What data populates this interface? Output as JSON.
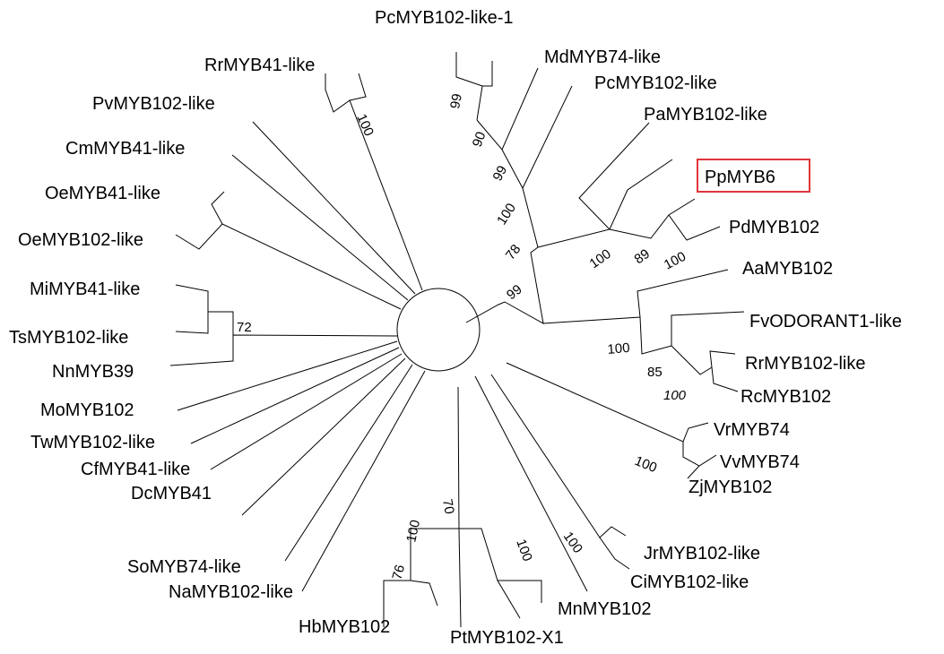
{
  "tree": {
    "highlight_color": "#e0353a",
    "highlighted_taxon": "PpMYB6",
    "taxa": {
      "pc102l1": "PcMYB102-like-1",
      "md74": "MdMYB74-like",
      "pc102": "PcMYB102-like",
      "pa102": "PaMYB102-like",
      "ppmyb6": "PpMYB6",
      "pd102": "PdMYB102",
      "aa102": "AaMYB102",
      "fvodor": "FvODORANT1-like",
      "rr102": "RrMYB102-like",
      "rc102": "RcMYB102",
      "vr74": "VrMYB74",
      "vv74": "VvMYB74",
      "zj102": "ZjMYB102",
      "jr102": "JrMYB102-like",
      "ci102": "CiMYB102-like",
      "mn102": "MnMYB102",
      "pt102": "PtMYB102-X1",
      "hb102": "HbMYB102",
      "na102": "NaMYB102-like",
      "so74": "SoMYB74-like",
      "dc41": "DcMYB41",
      "cf41": "CfMYB41-like",
      "tw102": "TwMYB102-like",
      "mo102": "MoMYB102",
      "nn39": "NnMYB39",
      "ts102": "TsMYB102-like",
      "mi41": "MiMYB41-like",
      "oe102": "OeMYB102-like",
      "oe41": "OeMYB41-like",
      "cm41": "CmMYB41-like",
      "pv102": "PvMYB102-like",
      "rr41": "RrMYB41-like"
    },
    "support": {
      "s99a": "99",
      "s90": "90",
      "s99b": "99",
      "s100a": "100",
      "s78": "78",
      "s99c": "99",
      "s100b": "100",
      "s89": "89",
      "s100c": "100",
      "s100d": "100",
      "s85": "85",
      "s100e": "100",
      "s100f": "100",
      "s100g": "100",
      "s100h": "100",
      "s70": "70",
      "s100i": "100",
      "s76": "76",
      "s72": "72",
      "s100j": "100"
    }
  }
}
